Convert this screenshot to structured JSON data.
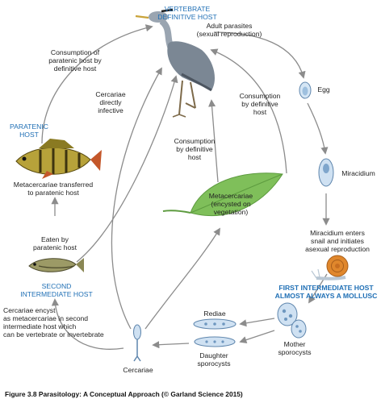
{
  "headings": {
    "vertebrate_host": "VERTEBRATE\nDEFINITIVE HOST",
    "paratenic_host": "PARATENIC\nHOST",
    "second_host": "SECOND\nINTERMEDIATE HOST",
    "first_host": "FIRST INTERMEDIATE HOST\nALMOST ALWAYS A MOLLUSC"
  },
  "labels": {
    "adult_parasites": "Adult parasites\n(sexual reproduction)",
    "consumption_paratenic": "Consumption of\nparatenic host by\ndefinitive host",
    "cercariae_infective": "Cercariae\ndirectly\ninfective",
    "consumption_def_right": "Consumption\nby definitive\nhost",
    "consumption_def_center": "Consumption\nby definitive\nhost",
    "egg": "Egg",
    "miracidium": "Miracidium",
    "metacercariae_transferred": "Metacercariae transferred\nto paratenic host",
    "metacercariae_leaf": "Metacercariae\n(encysted on vegetation)",
    "eaten_by_paratenic": "Eaten by\nparatenic host",
    "miracidium_enters": "Miracidium enters\nsnail and initiates\nasexual reproduction",
    "cercariae_encyst": "Cercariae encyst\nas metacercariae in second\nintermediate host which\ncan be vertebrate or invertebrate",
    "rediae": "Rediae",
    "mother_sporocysts": "Mother\nsporocysts",
    "daughter_sporocysts": "Daughter\nsporocysts",
    "cercariae": "Cercariae"
  },
  "caption": "Figure 3.8  Parasitology: A Conceptual Approach (© Garland Science 2015)",
  "colors": {
    "heading_blue": "#1f6fb5",
    "arrow_gray": "#8c8c8c",
    "leaf_green": "#7fbf5a",
    "snail_orange": "#e0872c",
    "stage_blue": "#b9d3ea"
  }
}
